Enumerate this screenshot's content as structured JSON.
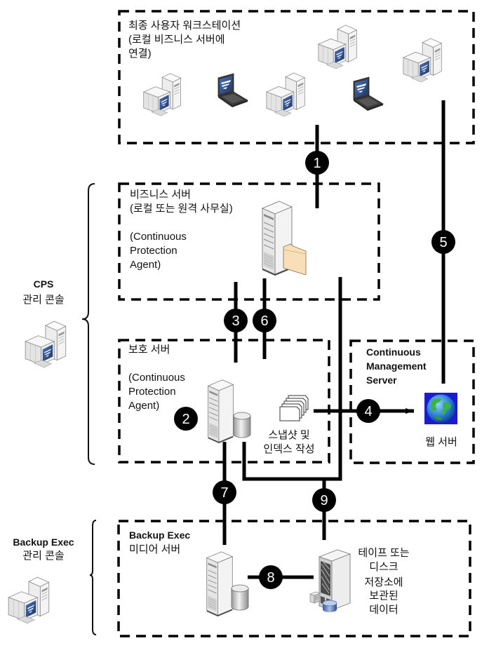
{
  "diagram": {
    "workstations": {
      "title_lines": [
        "최종 사용자 워크스테이션",
        "(로컬 비즈니스 서버에",
        "연결)"
      ]
    },
    "business_server": {
      "title_lines": [
        "비즈니스 서버",
        "(로컬 또는 원격 사무실)"
      ],
      "agent_lines": [
        "(Continuous",
        "Protection",
        "Agent)"
      ]
    },
    "protection_server": {
      "title": "보호 서버",
      "agent_lines": [
        "(Continuous",
        "Protection",
        "Agent)"
      ]
    },
    "snapshot_label_lines": [
      "스냅샷 및",
      "인덱스 작성"
    ],
    "management_server": {
      "title_lines": [
        "Continuous",
        "Management",
        "Server"
      ],
      "web_server_label": "웹 서버"
    },
    "media_server": {
      "title": "Backup Exec",
      "subtitle": "미디어 서버",
      "storage_label_lines": [
        "테이프 또는",
        "디스크",
        "저장소에",
        "보관된",
        "데이터"
      ]
    },
    "consoles": {
      "cps": {
        "title": "CPS",
        "subtitle": "관리 콘솔"
      },
      "backup_exec": {
        "title": "Backup Exec",
        "subtitle": "관리 콘솔"
      }
    },
    "steps": [
      "1",
      "2",
      "3",
      "4",
      "5",
      "6",
      "7",
      "8",
      "9"
    ],
    "icons": [
      "desktop-workstation-icon",
      "laptop-icon",
      "tower-server-icon",
      "folder-icon",
      "database-disk-icon",
      "document-stack-icon",
      "globe-icon",
      "storage-rack-icon"
    ],
    "colors": {
      "connector": "#000000",
      "step_marker": "#000000",
      "step_text": "#ffffff",
      "boundary": "#000000",
      "screen": "#2f5597",
      "folder": "#f8dfb8",
      "globe_background": "#1b1bd6"
    }
  }
}
